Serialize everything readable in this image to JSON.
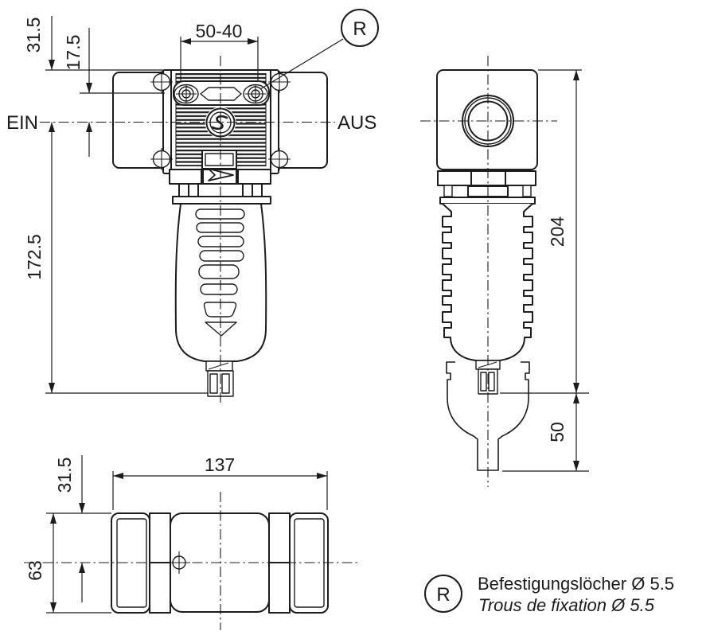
{
  "drawing_type": "technical dimension drawing - pneumatic filter unit",
  "front_view": {
    "dim_top_to_axis": "31.5",
    "dim_hole_to_axis": "17.5",
    "dim_slot_spacing": "50-40",
    "dim_axis_to_drain": "172.5",
    "port_in": "EIN",
    "port_out": "AUS",
    "callout": "R"
  },
  "side_view": {
    "dim_overall_height": "204",
    "dim_removal_clearance": "50"
  },
  "top_view": {
    "dim_width": "137",
    "dim_top_to_axis": "31.5",
    "dim_depth": "63"
  },
  "legend": {
    "symbol": "R",
    "label_de": "Befestigungslöcher Ø 5.5",
    "label_fr": "Trous de fixation Ø 5.5"
  },
  "colors": {
    "line": "#1c1c1c",
    "background": "#ffffff"
  }
}
